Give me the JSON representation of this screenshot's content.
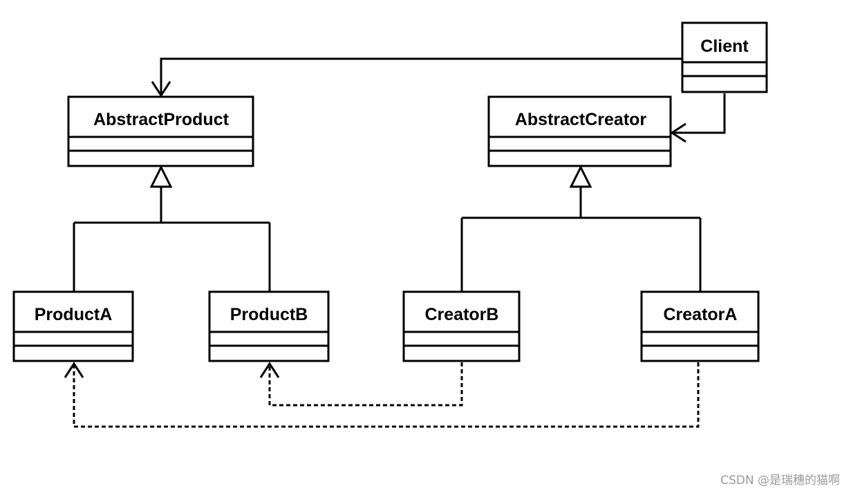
{
  "classes": {
    "client": "Client",
    "abstract_product": "AbstractProduct",
    "abstract_creator": "AbstractCreator",
    "product_a": "ProductA",
    "product_b": "ProductB",
    "creator_b": "CreatorB",
    "creator_a": "CreatorA"
  },
  "relations": [
    {
      "from": "Client",
      "to": "AbstractProduct",
      "kind": "association"
    },
    {
      "from": "Client",
      "to": "AbstractCreator",
      "kind": "association"
    },
    {
      "from": "ProductA",
      "to": "AbstractProduct",
      "kind": "generalization"
    },
    {
      "from": "ProductB",
      "to": "AbstractProduct",
      "kind": "generalization"
    },
    {
      "from": "CreatorB",
      "to": "AbstractCreator",
      "kind": "generalization"
    },
    {
      "from": "CreatorA",
      "to": "AbstractCreator",
      "kind": "generalization"
    },
    {
      "from": "CreatorB",
      "to": "ProductB",
      "kind": "dependency"
    },
    {
      "from": "CreatorA",
      "to": "ProductA",
      "kind": "dependency"
    }
  ],
  "watermark": "CSDN @是瑞穗的猫啊"
}
